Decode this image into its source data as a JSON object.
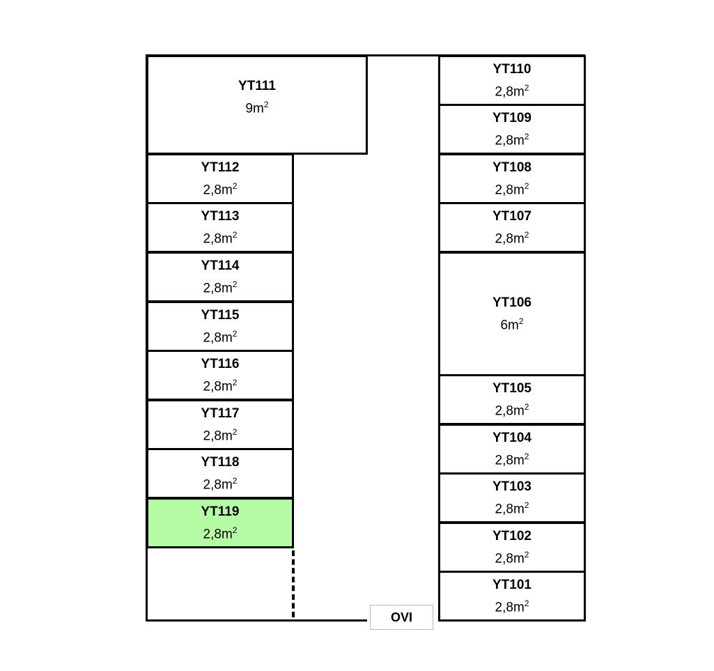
{
  "title": "Storage unit floor plan",
  "colors": {
    "highlight": "#b5fba5",
    "wall": "#000000"
  },
  "unit_suffix": "m",
  "unit_power": "2",
  "entrance_label": "OVI",
  "cells": [
    {
      "id": "YT111",
      "area": "9",
      "highlighted": false
    },
    {
      "id": "YT112",
      "area": "2,8",
      "highlighted": false
    },
    {
      "id": "YT113",
      "area": "2,8",
      "highlighted": false
    },
    {
      "id": "YT114",
      "area": "2,8",
      "highlighted": false
    },
    {
      "id": "YT115",
      "area": "2,8",
      "highlighted": false
    },
    {
      "id": "YT116",
      "area": "2,8",
      "highlighted": false
    },
    {
      "id": "YT117",
      "area": "2,8",
      "highlighted": false
    },
    {
      "id": "YT118",
      "area": "2,8",
      "highlighted": false
    },
    {
      "id": "YT119",
      "area": "2,8",
      "highlighted": true
    },
    {
      "id": "YT110",
      "area": "2,8",
      "highlighted": false
    },
    {
      "id": "YT109",
      "area": "2,8",
      "highlighted": false
    },
    {
      "id": "YT108",
      "area": "2,8",
      "highlighted": false
    },
    {
      "id": "YT107",
      "area": "2,8",
      "highlighted": false
    },
    {
      "id": "YT106",
      "area": "6",
      "highlighted": false
    },
    {
      "id": "YT105",
      "area": "2,8",
      "highlighted": false
    },
    {
      "id": "YT104",
      "area": "2,8",
      "highlighted": false
    },
    {
      "id": "YT103",
      "area": "2,8",
      "highlighted": false
    },
    {
      "id": "YT102",
      "area": "2,8",
      "highlighted": false
    },
    {
      "id": "YT101",
      "area": "2,8",
      "highlighted": false
    }
  ]
}
